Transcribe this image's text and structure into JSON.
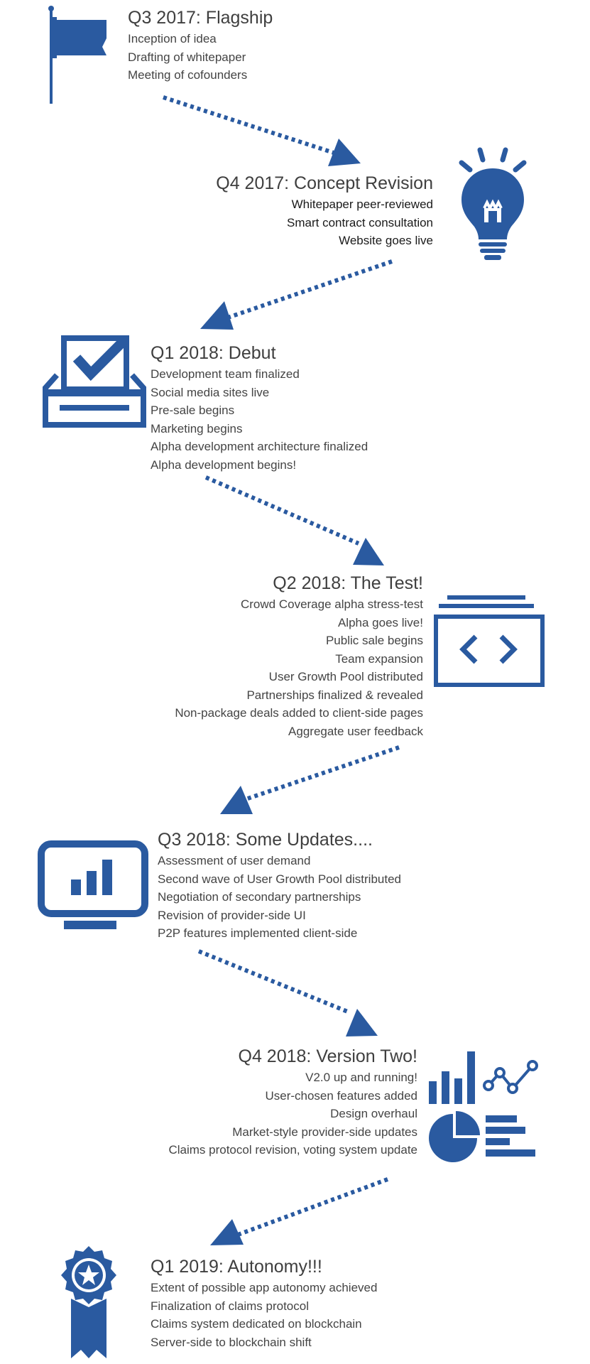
{
  "colors": {
    "accent": "#2a5aa0",
    "text": "#444444",
    "heading": "#3f3f3f"
  },
  "milestones": [
    {
      "icon": "flag-icon",
      "title": "Q3 2017: Flagship",
      "items": [
        "Inception of idea",
        "Drafting of whitepaper",
        "Meeting of cofounders"
      ]
    },
    {
      "icon": "lightbulb-icon",
      "title": "Q4 2017: Concept Revision",
      "items": [
        "Whitepaper peer-reviewed",
        "Smart contract consultation",
        "Website goes live"
      ]
    },
    {
      "icon": "ballot-box-check-icon",
      "title": "Q1 2018: Debut",
      "items": [
        "Development team finalized",
        "Social media sites live",
        "Pre-sale begins",
        "Marketing begins",
        "Alpha development architecture finalized",
        "Alpha development begins!"
      ]
    },
    {
      "icon": "code-window-icon",
      "title": "Q2 2018: The Test!",
      "items": [
        "Crowd Coverage alpha stress-test",
        "Alpha goes live!",
        "Public sale begins",
        "Team expansion",
        "User Growth Pool distributed",
        "Partnerships finalized & revealed",
        "Non-package deals added to client-side pages",
        "Aggregate user feedback"
      ]
    },
    {
      "icon": "monitor-chart-icon",
      "title": "Q3 2018: Some Updates....",
      "items": [
        "Assessment of user demand",
        "Second wave of User Growth Pool distributed",
        "Negotiation of secondary partnerships",
        "Revision of provider-side UI",
        "P2P features implemented client-side"
      ]
    },
    {
      "icon": "charts-dashboard-icon",
      "title": "Q4 2018: Version Two!",
      "items": [
        "V2.0 up and running!",
        "User-chosen features added",
        "Design overhaul",
        "Market-style provider-side updates",
        "Claims protocol revision, voting system update"
      ]
    },
    {
      "icon": "award-ribbon-icon",
      "title": "Q1 2019: Autonomy!!!",
      "items": [
        "Extent of possible app autonomy achieved",
        "Finalization of claims protocol",
        "Claims system dedicated on blockchain",
        "Server-side to blockchain shift"
      ]
    }
  ]
}
